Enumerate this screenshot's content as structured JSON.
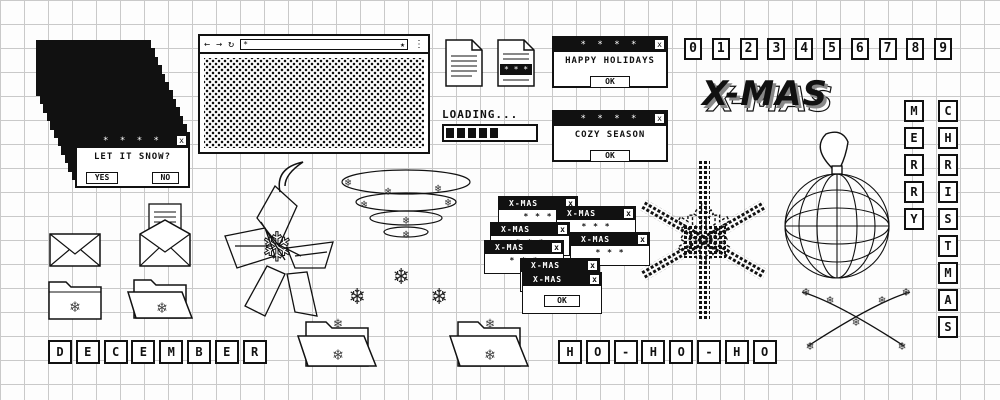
{
  "stack_window": {
    "stars": "* * * *",
    "close": "x",
    "message": "LET IT SNOW?",
    "yes": "YES",
    "no": "NO"
  },
  "browser": {
    "back": "←",
    "forward": "→",
    "refresh": "↻",
    "address": "*",
    "bookmark": "★",
    "menu": "⋮"
  },
  "happy_window": {
    "stars": "* * * *",
    "close": "x",
    "message": "HAPPY HOLIDAYS",
    "ok": "OK"
  },
  "cozy_window": {
    "stars": "* * * *",
    "close": "x",
    "message": "COZY SEASON",
    "ok": "OK"
  },
  "loading": {
    "label": "LOADING...",
    "progress": 0.6
  },
  "doc_icon_label": "* * *",
  "digits": [
    "0",
    "1",
    "2",
    "3",
    "4",
    "5",
    "6",
    "7",
    "8",
    "9"
  ],
  "xmas_title": "X-MAS",
  "merry": [
    "M",
    "E",
    "R",
    "R",
    "Y"
  ],
  "christmas": [
    "C",
    "H",
    "R",
    "I",
    "S",
    "T",
    "M",
    "A",
    "S"
  ],
  "xmas_windows": {
    "title": "X-MAS",
    "close": "x",
    "ok": "OK",
    "stars": "* * *"
  },
  "december": [
    "D",
    "E",
    "C",
    "E",
    "M",
    "B",
    "E",
    "R"
  ],
  "hohoho": [
    "H",
    "O",
    "-",
    "H",
    "O",
    "-",
    "H",
    "O"
  ],
  "snowflake_glyph": "❄",
  "colors": {
    "ink": "#111111",
    "paper": "#ffffff",
    "grid": "#c9c9c9"
  }
}
